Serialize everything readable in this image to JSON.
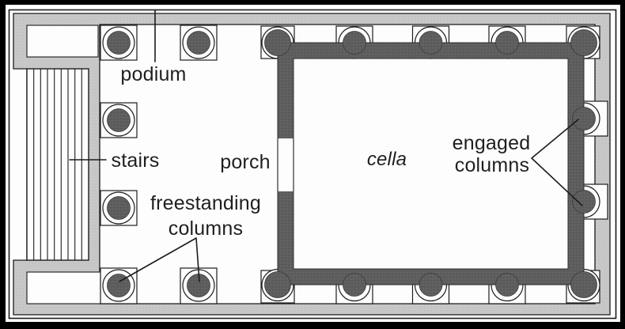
{
  "diagram": {
    "labels": {
      "podium": "podium",
      "stairs": "stairs",
      "porch": "porch",
      "cella": "cella",
      "freestanding_line1": "freestanding",
      "freestanding_line2": "columns",
      "engaged_line1": "engaged",
      "engaged_line2": "columns"
    },
    "colors": {
      "frame": "#000000",
      "background": "#fdfdfd",
      "outline": "#1c1c1c",
      "text": "#1f1f1f",
      "podium_fill": "#c9c9c9",
      "wall_fill": "#5e5e5e"
    }
  }
}
